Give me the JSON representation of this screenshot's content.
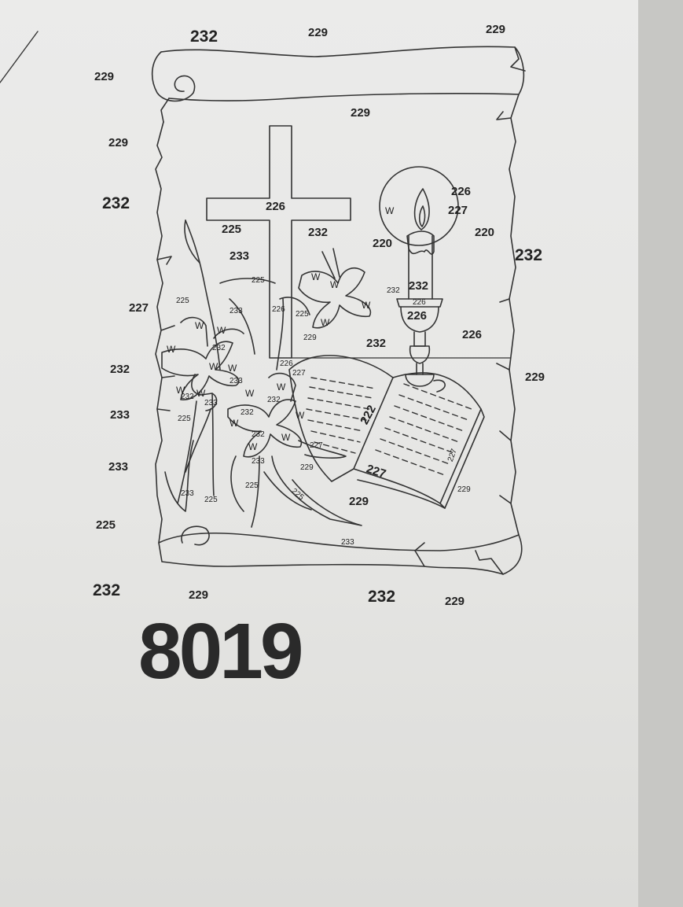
{
  "pattern_number": "8019",
  "labels": {
    "l232_top": "232",
    "l229_top_mid": "229",
    "l229_top_right": "229",
    "l229_left_curl": "229",
    "l229_under_top": "229",
    "l229_left_edge": "229",
    "l232_left": "232",
    "l226_cross": "226",
    "l226_flame": "226",
    "l227_flame": "227",
    "l225_leaf_top": "225",
    "l232_lily_top": "232",
    "l220_left": "220",
    "l220_right": "220",
    "l233_stem": "233",
    "l225_small": "225",
    "l232_right": "232",
    "l225_left_leaf": "225",
    "l233_mid": "233",
    "l226_stem": "226",
    "l232_tag": "232",
    "l232_candle": "232",
    "l226_holder_band": "226",
    "l226_holder": "226",
    "l227_left": "227",
    "l225_book_ribbon": "225",
    "l229_book_corner": "229",
    "l232_lily_right": "232",
    "l226_base": "226",
    "l232_left_mid": "232",
    "l232_center_a": "232",
    "l226_ribbon_a": "226",
    "l227_ribbon_a": "227",
    "l233_center": "233",
    "l232_lily_center": "232",
    "l229_right_edge": "229",
    "l233_left": "233",
    "l233_small": "233",
    "l232_center_b": "232",
    "l222_book": "222",
    "l227_ribbon": "227",
    "l229_ribbon_end": "229",
    "l233_lower": "233",
    "l233_bottom_left": "233",
    "l225_bottom_a": "225",
    "l227_book_bottom": "227",
    "l229_book_right": "229",
    "l227_book_side": "227",
    "l225_bottom_b": "225",
    "l225_bottom_c": "225",
    "l229_book_bottom": "229",
    "l225_left_bottom": "225",
    "l233_ribbon_bottom": "233",
    "l232_bottom_left": "232",
    "l229_bottom_left": "229",
    "l232_bottom_mid": "232",
    "l229_bottom_right": "229",
    "l233_small_b": "233",
    "l232_small_b": "232",
    "l225_small_b": "225",
    "l232_small_c": "232"
  },
  "w_marks": "W"
}
